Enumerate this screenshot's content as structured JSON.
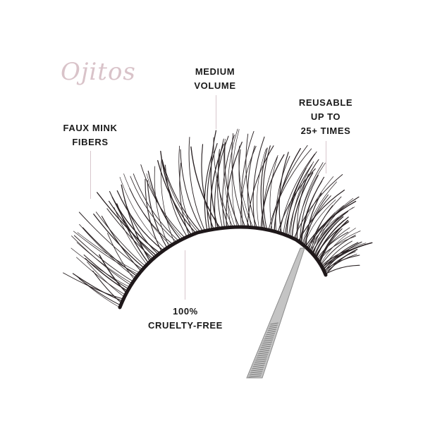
{
  "brand": {
    "logo_text": "Ojitos"
  },
  "callouts": {
    "medium_volume": {
      "line1": "MEDIUM",
      "line2": "VOLUME"
    },
    "reusable": {
      "line1": "REUSABLE",
      "line2": "UP TO",
      "line3": "25+ TIMES"
    },
    "faux_mink": {
      "line1": "FAUX MINK",
      "line2": "FIBERS"
    },
    "cruelty_free": {
      "line1": "100%",
      "line2": "CRUELTY-FREE"
    }
  },
  "colors": {
    "text": "#1a1a1a",
    "leader": "#d8c7cc",
    "logo": "#d9c3c9",
    "lash": "#2a2224",
    "tweezer": "#b9b9b9"
  }
}
